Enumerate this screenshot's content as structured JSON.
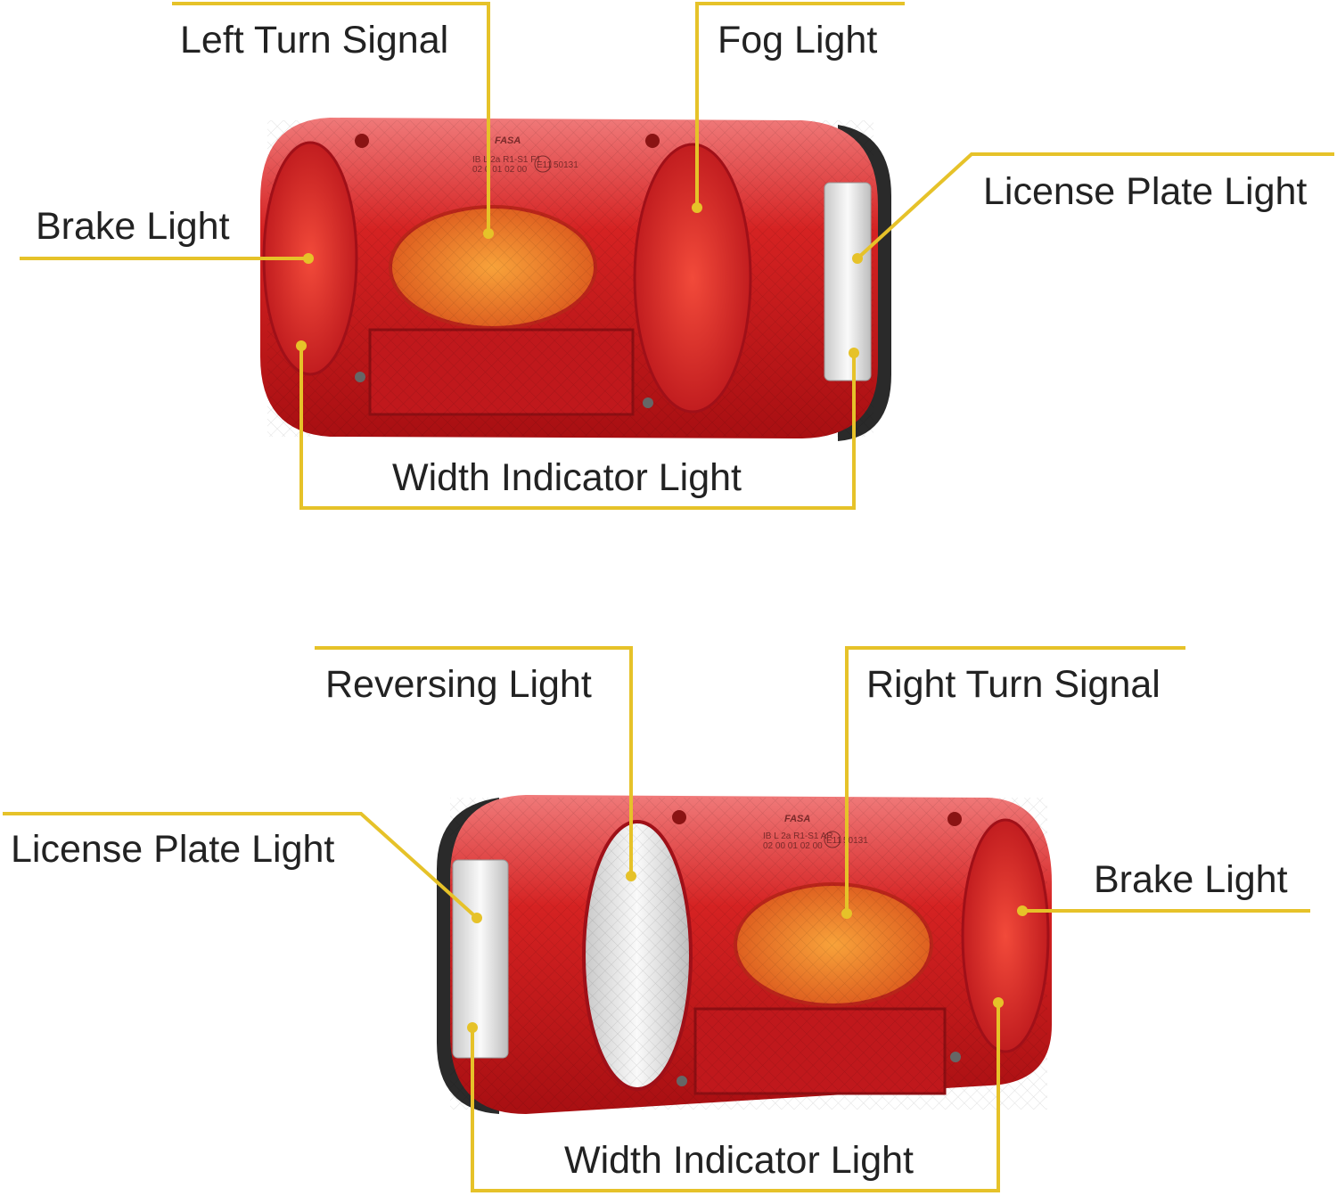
{
  "colors": {
    "leader": "#e6c229",
    "lamp_red": "#d81e1e",
    "amber": "#f08a1c",
    "white_lens": "#eeeeee"
  },
  "top_lamp": {
    "labels": {
      "left_turn": "Left Turn Signal",
      "fog": "Fog Light",
      "license": "License Plate Light",
      "brake": "Brake Light",
      "width": "Width Indicator Light"
    },
    "marking": {
      "brand": "FASA",
      "line1": "IB L 2a R1-S1 F1",
      "line2": "02 0 01 02 00",
      "approval": "E11",
      "code": "50131"
    }
  },
  "bottom_lamp": {
    "labels": {
      "reversing": "Reversing Light",
      "right_turn": "Right Turn Signal",
      "license": "License Plate Light",
      "brake": "Brake Light",
      "width": "Width Indicator Light"
    },
    "marking": {
      "brand": "FASA",
      "line1": "IB L 2a R1-S1 AR",
      "line2": "02 00 01 02 00",
      "approval": "E11",
      "code": "50131"
    }
  }
}
